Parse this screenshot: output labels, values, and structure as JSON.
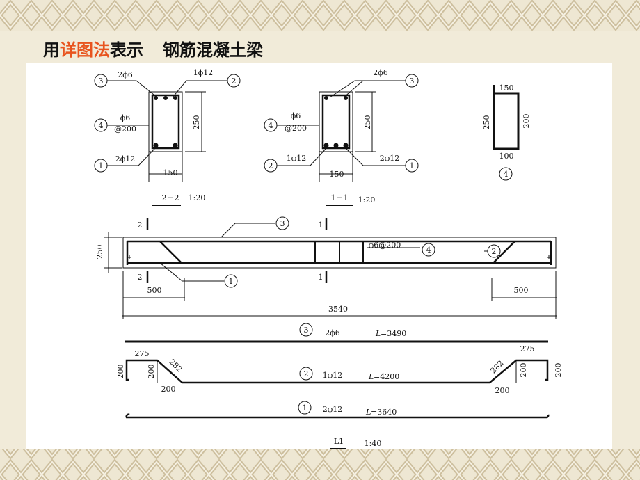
{
  "title": {
    "part1": "用",
    "highlight": "详图法",
    "part2": "表示",
    "part3": "钢筋混凝土梁"
  },
  "colors": {
    "highlight": "#e8541e",
    "background": "#f1ebd9",
    "pattern": "#d8ccb0",
    "drawing_bg": "#ffffff",
    "line": "#111111"
  },
  "section_22": {
    "marker_3": "3",
    "marker_2": "2",
    "marker_4": "4",
    "marker_1": "1",
    "top_bars": "2ϕ6",
    "top_right": "1ϕ12",
    "stirrup": "ϕ6",
    "spacing": "@200",
    "bottom_bars": "2ϕ12",
    "height": "250",
    "width": "150",
    "caption": "2－2",
    "scale": "1:20"
  },
  "section_11": {
    "marker_4": "4",
    "marker_2": "2",
    "marker_3": "3",
    "marker_1": "1",
    "top_bars": "2ϕ6",
    "stirrup": "ϕ6",
    "spacing": "@200",
    "bottom_left": "1ϕ12",
    "bottom_right": "2ϕ12",
    "height": "250",
    "width": "150",
    "caption": "1－1",
    "scale": "1:20"
  },
  "stirrup_detail": {
    "top": "150",
    "left": "250",
    "right": "200",
    "bottom": "100",
    "marker": "4"
  },
  "elevation": {
    "height": "250",
    "cut2_top": "2",
    "cut2_bottom": "2",
    "cut1_top": "1",
    "cut1_bottom": "1",
    "marker_3": "3",
    "stirrup_label": "ϕ6@200",
    "marker_4": "4",
    "marker_2": "2",
    "marker_1": "1",
    "left_dim": "500",
    "right_dim": "500",
    "total": "3540"
  },
  "bars": {
    "bar3": {
      "marker": "3",
      "spec": "2ϕ6",
      "length": "=3490",
      "lvar": "L"
    },
    "bar2": {
      "marker": "2",
      "spec": "1ϕ12",
      "length": "=4200",
      "lvar": "L",
      "left_top": "275",
      "left_slope": "282",
      "left_hook": "200",
      "left_rise": "200",
      "left_bottom": "200",
      "right_top": "275",
      "right_slope": "282",
      "right_hook": "200",
      "right_rise": "200",
      "right_bottom": "200"
    },
    "bar1": {
      "marker": "1",
      "spec": "2ϕ12",
      "length": "=3640",
      "lvar": "L"
    }
  },
  "caption": {
    "label": "L1",
    "scale": "1:40"
  }
}
